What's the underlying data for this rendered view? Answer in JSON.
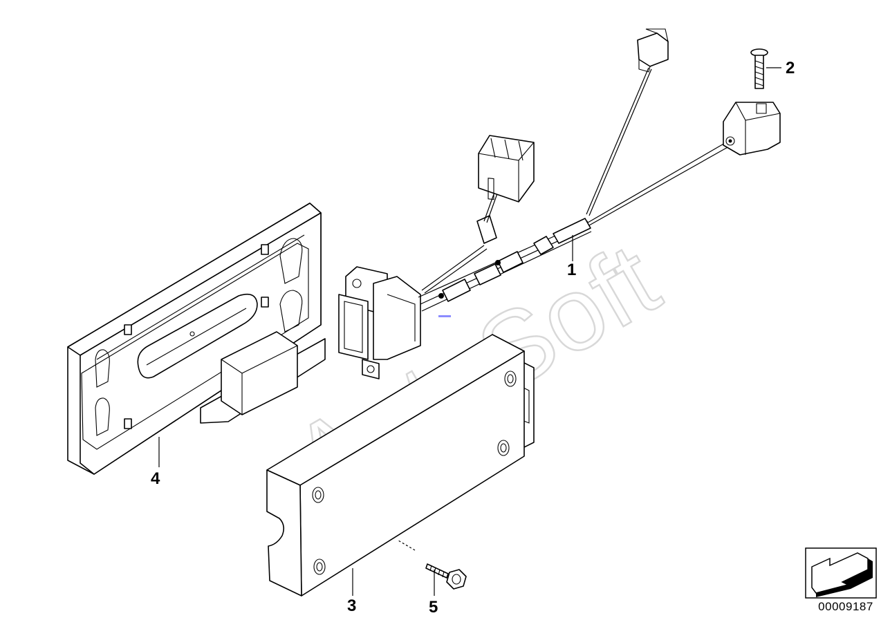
{
  "callouts": [
    {
      "id": "1",
      "label": "1"
    },
    {
      "id": "2",
      "label": "2"
    },
    {
      "id": "3",
      "label": "3"
    },
    {
      "id": "4",
      "label": "4"
    },
    {
      "id": "5",
      "label": "5"
    }
  ],
  "watermark": {
    "text": "AutoSoft",
    "color": "#d8d8d8"
  },
  "reference_number": "00009187",
  "colors": {
    "line": "#000000",
    "background": "#ffffff",
    "highlight": "#8c8cff"
  },
  "icons": {
    "arrow_symbol": "arrow-southwest-icon"
  }
}
